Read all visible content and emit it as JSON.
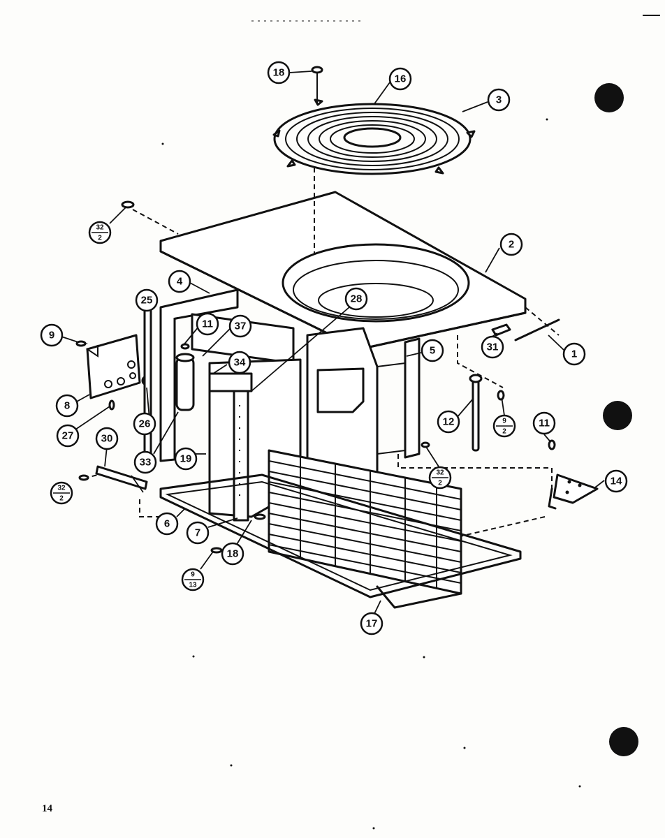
{
  "page": {
    "number": "14"
  },
  "colors": {
    "ink": "#111111",
    "paper": "#fdfdfb"
  },
  "callouts": [
    {
      "id": "c18a",
      "label": "18"
    },
    {
      "id": "c16",
      "label": "16"
    },
    {
      "id": "c3",
      "label": "3"
    },
    {
      "id": "c32-2a",
      "label": "32",
      "sub": "2"
    },
    {
      "id": "c2",
      "label": "2"
    },
    {
      "id": "c4",
      "label": "4"
    },
    {
      "id": "c25",
      "label": "25"
    },
    {
      "id": "c28",
      "label": "28"
    },
    {
      "id": "c9a",
      "label": "9"
    },
    {
      "id": "c11a",
      "label": "11"
    },
    {
      "id": "c37",
      "label": "37"
    },
    {
      "id": "c5",
      "label": "5"
    },
    {
      "id": "c31",
      "label": "31"
    },
    {
      "id": "c1",
      "label": "1"
    },
    {
      "id": "c34",
      "label": "34"
    },
    {
      "id": "c8",
      "label": "8"
    },
    {
      "id": "c27",
      "label": "27"
    },
    {
      "id": "c26",
      "label": "26"
    },
    {
      "id": "c12",
      "label": "12"
    },
    {
      "id": "c9-2",
      "label": "9",
      "sub": "2"
    },
    {
      "id": "c11b",
      "label": "11"
    },
    {
      "id": "c30",
      "label": "30"
    },
    {
      "id": "c33",
      "label": "33"
    },
    {
      "id": "c19",
      "label": "19"
    },
    {
      "id": "c32-2b",
      "label": "32",
      "sub": "2"
    },
    {
      "id": "c32-2c",
      "label": "32",
      "sub": "2"
    },
    {
      "id": "c14",
      "label": "14"
    },
    {
      "id": "c6",
      "label": "6"
    },
    {
      "id": "c7",
      "label": "7"
    },
    {
      "id": "c18b",
      "label": "18"
    },
    {
      "id": "c9-13",
      "label": "9",
      "sub": "13"
    },
    {
      "id": "c17",
      "label": "17"
    }
  ]
}
